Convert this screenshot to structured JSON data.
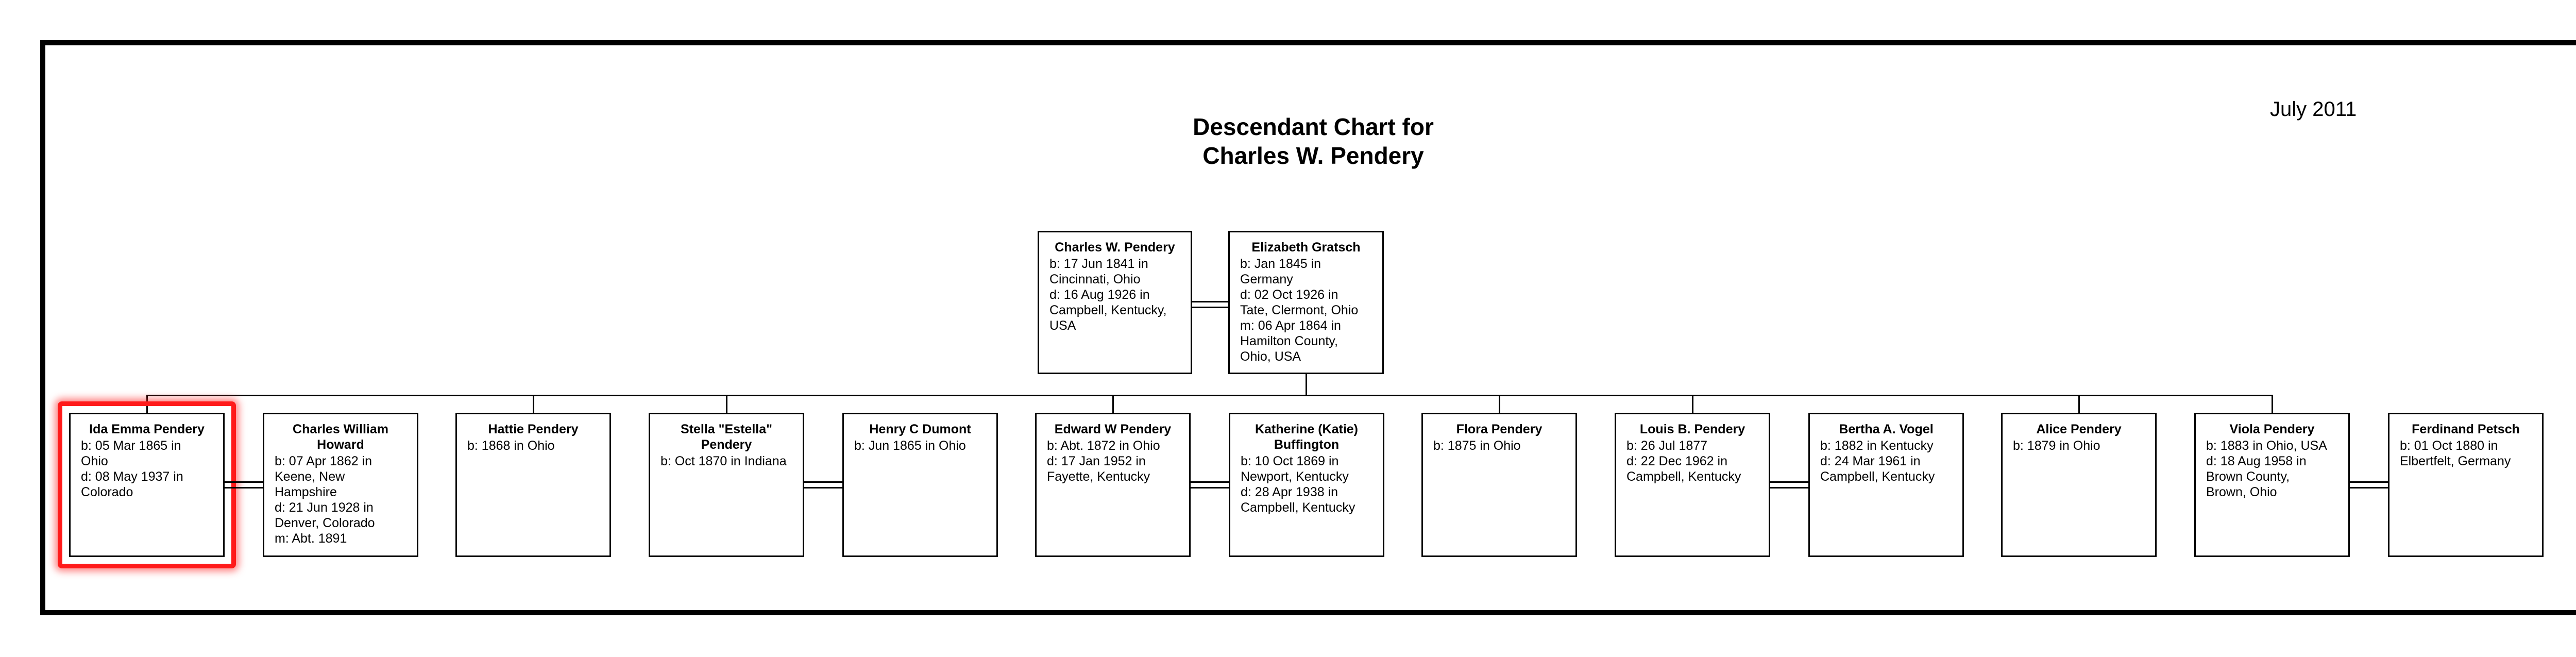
{
  "date": "July 2011",
  "title": {
    "line1": "Descendant Chart for",
    "line2": "Charles W. Pendery"
  },
  "root": {
    "person": {
      "name": "Charles W. Pendery",
      "lines": [
        "b: 17 Jun 1841 in",
        "Cincinnati, Ohio",
        "d: 16 Aug 1926 in",
        "Campbell, Kentucky,",
        "USA"
      ]
    },
    "spouse": {
      "name": "Elizabeth Gratsch",
      "lines": [
        "b: Jan 1845 in",
        "Germany",
        "d: 02 Oct 1926 in",
        "Tate, Clermont, Ohio",
        "m: 06 Apr 1864 in",
        "Hamilton County,",
        "Ohio, USA"
      ]
    }
  },
  "children": [
    {
      "name": "Ida Emma Pendery",
      "lines": [
        "b: 05 Mar 1865 in",
        "Ohio",
        "d: 08 May 1937 in",
        "Colorado"
      ]
    },
    {
      "name": "Charles William Howard",
      "lines": [
        "b: 07 Apr 1862 in",
        "Keene, New",
        "Hampshire",
        "d: 21 Jun 1928 in",
        "Denver, Colorado",
        "m: Abt. 1891"
      ]
    },
    {
      "name": "Hattie Pendery",
      "lines": [
        "b: 1868 in Ohio"
      ]
    },
    {
      "name": "Stella \"Estella\" Pendery",
      "lines": [
        "b: Oct 1870 in Indiana"
      ]
    },
    {
      "name": "Henry C Dumont",
      "lines": [
        "b: Jun 1865 in Ohio"
      ]
    },
    {
      "name": "Edward W Pendery",
      "lines": [
        "b: Abt. 1872 in Ohio",
        "d: 17 Jan 1952 in",
        "Fayette, Kentucky"
      ]
    },
    {
      "name": "Katherine (Katie) Buffington",
      "lines": [
        "b: 10 Oct 1869 in",
        "Newport, Kentucky",
        "d: 28 Apr 1938 in",
        "Campbell, Kentucky"
      ]
    },
    {
      "name": "Flora Pendery",
      "lines": [
        "b: 1875 in Ohio"
      ]
    },
    {
      "name": "Louis B. Pendery",
      "lines": [
        "b: 26 Jul 1877",
        "d: 22 Dec 1962 in",
        "Campbell, Kentucky"
      ]
    },
    {
      "name": "Bertha A. Vogel",
      "lines": [
        "b: 1882 in Kentucky",
        "d: 24 Mar 1961 in",
        "Campbell, Kentucky"
      ]
    },
    {
      "name": "Alice Pendery",
      "lines": [
        "b: 1879 in Ohio"
      ]
    },
    {
      "name": "Viola Pendery",
      "lines": [
        "b: 1883 in Ohio, USA",
        "d: 18 Aug 1958 in",
        "Brown County,",
        "Brown, Ohio"
      ]
    },
    {
      "name": "Ferdinand Petsch",
      "lines": [
        "b: 01 Oct 1880 in",
        "Elbertfelt, Germany"
      ]
    }
  ]
}
